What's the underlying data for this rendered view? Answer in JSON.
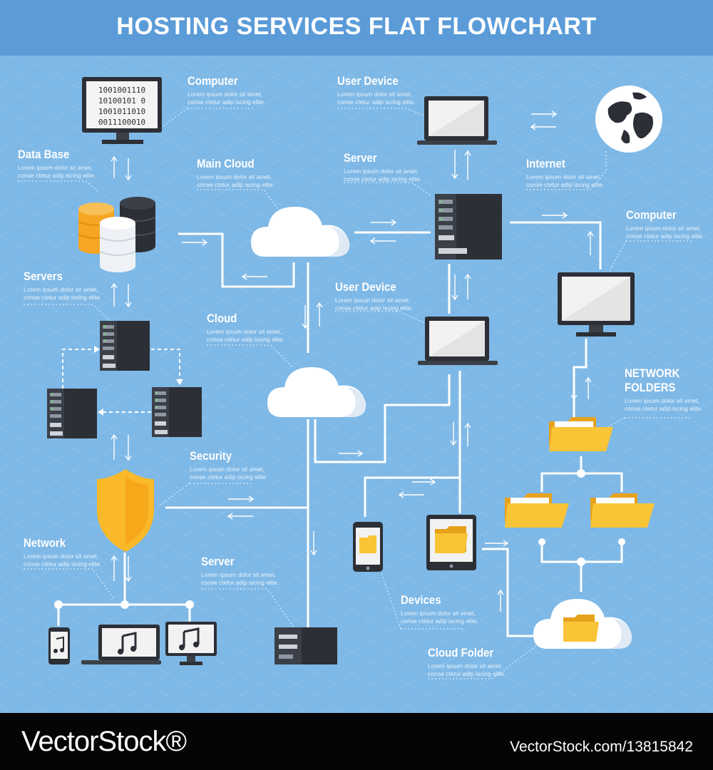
{
  "title": "HOSTING SERVICES FLAT FLOWCHART",
  "lorem_line1": "Lorem ipsum dolor sit amet,",
  "lorem_line2": "conse ctetur adip iscing elite.",
  "labels": {
    "computer_top": "Computer",
    "user_device_top": "User Device",
    "data_base": "Data Base",
    "main_cloud": "Main Cloud",
    "server_top": "Server",
    "internet": "Internet",
    "computer_right": "Computer",
    "servers": "Servers",
    "user_device_mid": "User Device",
    "cloud": "Cloud",
    "network_folders_1": "NETWORK",
    "network_folders_2": "FOLDERS",
    "security": "Security",
    "network": "Network",
    "server_bottom": "Server",
    "devices": "Devices",
    "cloud_folder": "Cloud Folder"
  },
  "binary_rows": [
    "1001001110",
    "10100101 0",
    "1001011010",
    "0011100010"
  ],
  "colors": {
    "background": "#7eb8e6",
    "title_bar": "#5a9bd8",
    "line": "#ffffff",
    "server_dark": "#2c2f36",
    "folder": "#f9c436",
    "shield": "#f9b929",
    "database_orange": "#f5a623",
    "footer": "#050505"
  },
  "icons": [
    "monitor-icon",
    "laptop-icon",
    "globe-icon",
    "database-icon",
    "cloud-icon",
    "server-rack-icon",
    "shield-icon",
    "folder-icon",
    "smartphone-icon",
    "tablet-icon",
    "music-note-icon"
  ],
  "watermark": {
    "brand": "VectorStock®",
    "id": "VectorStock.com/13815842"
  }
}
